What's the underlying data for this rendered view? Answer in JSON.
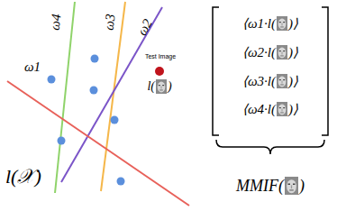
{
  "diagram": {
    "labels": [
      "ω4",
      "ω3",
      "ω2",
      "ω1",
      "Test Image",
      "l(",
      ")",
      "l(𝒳)",
      "⟨ω1·l(",
      ")⟩",
      "⟨ω2·l(",
      ")⟩",
      "⟨ω3·l(",
      ")⟩",
      "⟨ω4·l(",
      ")⟩",
      "MMIF(",
      ")"
    ]
  }
}
